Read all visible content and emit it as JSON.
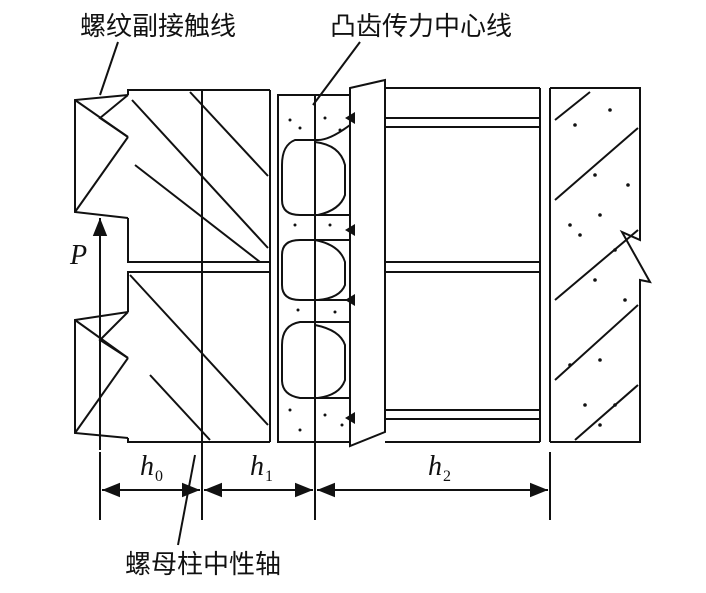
{
  "labels": {
    "thread_contact_line": "螺纹副接触线",
    "tooth_force_center_line": "凸齿传力中心线",
    "nut_column_neutral_axis": "螺母柱中性轴",
    "force": "P",
    "h0": {
      "base": "h",
      "sub": "0"
    },
    "h1": {
      "base": "h",
      "sub": "1"
    },
    "h2": {
      "base": "h",
      "sub": "2"
    }
  }
}
